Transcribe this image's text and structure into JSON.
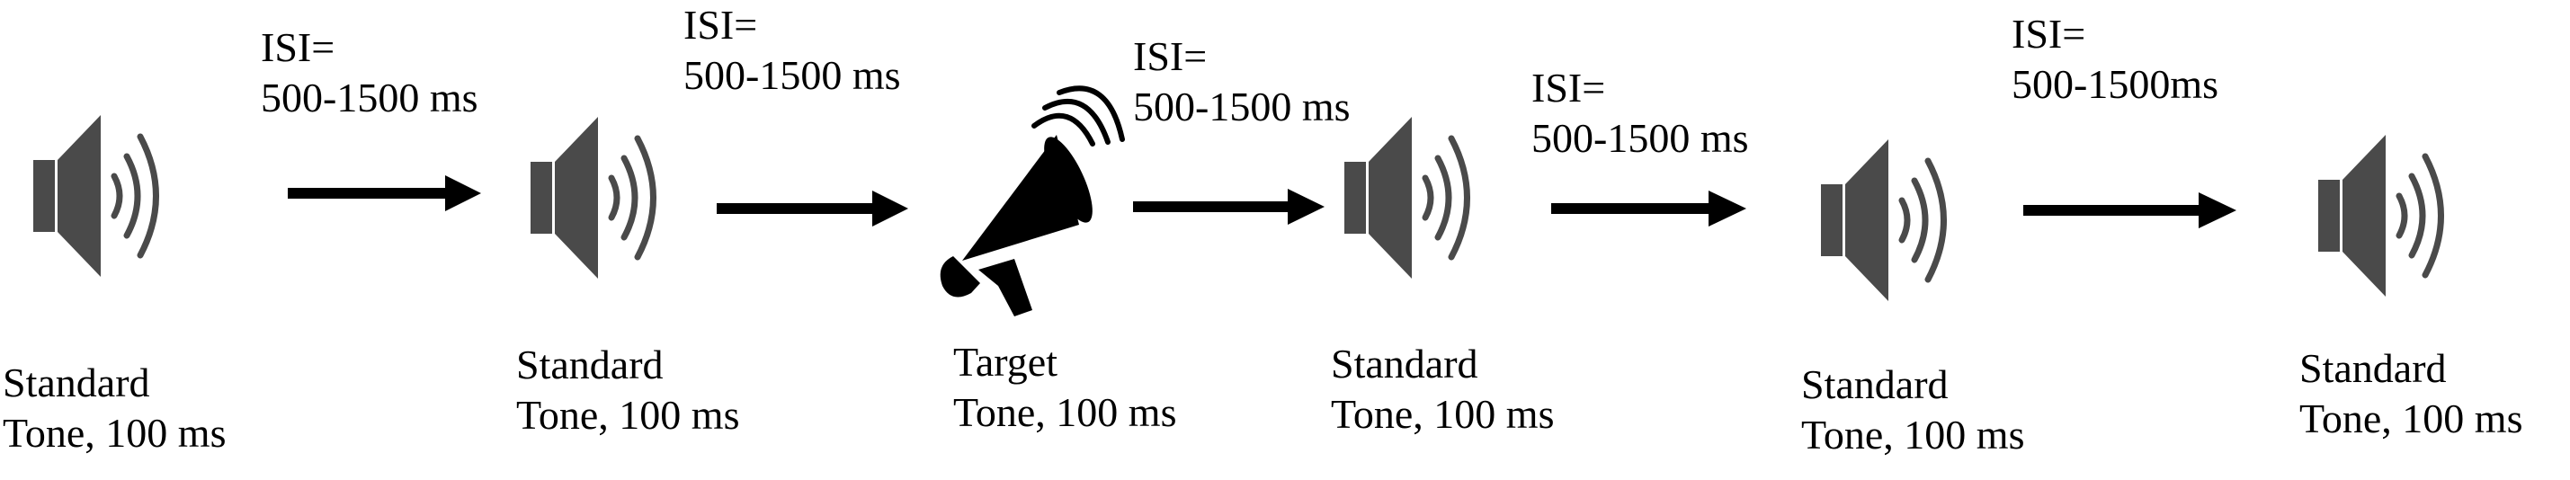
{
  "stimuli": [
    {
      "line1": "Standard",
      "line2": "Tone, 100 ms",
      "icon": "speaker-icon"
    },
    {
      "line1": "Standard",
      "line2": "Tone, 100 ms",
      "icon": "speaker-icon"
    },
    {
      "line1": "Target",
      "line2": "Tone, 100 ms",
      "icon": "megaphone-icon"
    },
    {
      "line1": "Standard",
      "line2": "Tone, 100 ms",
      "icon": "speaker-icon"
    },
    {
      "line1": "Standard",
      "line2": "Tone, 100 ms",
      "icon": "speaker-icon"
    },
    {
      "line1": "Standard",
      "line2": "Tone, 100 ms",
      "icon": "speaker-icon"
    }
  ],
  "intervals": [
    {
      "line1": "ISI=",
      "line2": "500-1500 ms"
    },
    {
      "line1": "ISI=",
      "line2": "500-1500 ms"
    },
    {
      "line1": "ISI=",
      "line2": "500-1500 ms"
    },
    {
      "line1": "ISI=",
      "line2": "500-1500 ms"
    },
    {
      "line1": "ISI=",
      "line2": "500-1500ms"
    }
  ],
  "colors": {
    "speaker": "#4a4a4a",
    "megaphone": "#000000",
    "arrow": "#000000",
    "text": "#000000"
  }
}
